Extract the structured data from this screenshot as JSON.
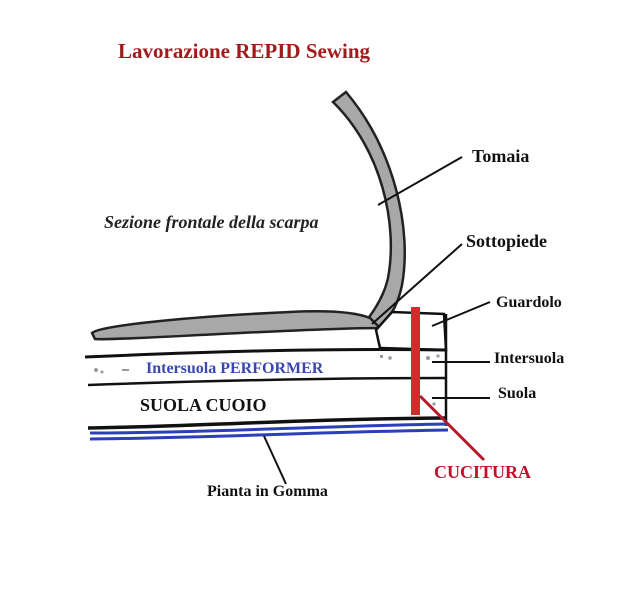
{
  "title": "Lavorazione REPID Sewing",
  "subtitle": "Sezione frontale della scarpa",
  "labels": {
    "tomaia": "Tomaia",
    "sottopiede": "Sottopiede",
    "guardolo": "Guardolo",
    "intersuola": "Intersuola",
    "suola": "Suola",
    "intersuola_performer": "Intersuola PERFORMER",
    "suola_cuoio": "SUOLA CUOIO",
    "cucitura": "CUCITURA",
    "pianta_gomma": "Pianta in Gomma"
  },
  "colors": {
    "title": "#a01c1c",
    "performer": "#3b47b0",
    "cucitura": "#c0102a",
    "stitch": "#d42a2a",
    "rubber": "#2b3fb8",
    "upper_fill": "#a8a8a8",
    "line": "#111111"
  }
}
